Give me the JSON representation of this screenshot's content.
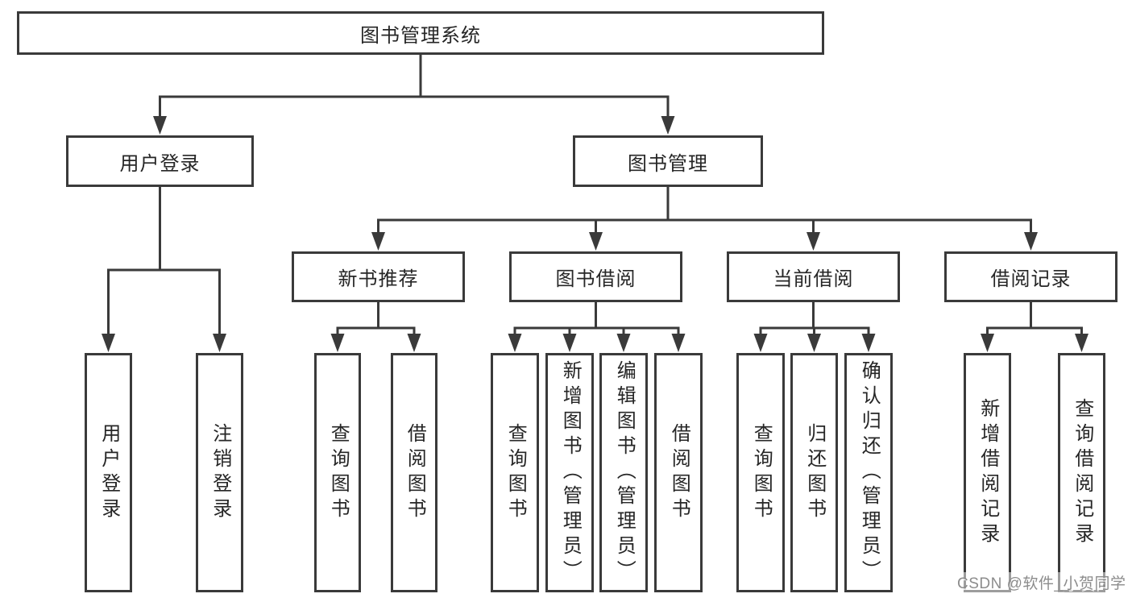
{
  "tree": {
    "label": "图书管理系统",
    "children": [
      {
        "label": "用户登录",
        "children": [
          {
            "label": "用户登录"
          },
          {
            "label": "注销登录"
          }
        ]
      },
      {
        "label": "图书管理",
        "children": [
          {
            "label": "新书推荐",
            "children": [
              {
                "label": "查询图书"
              },
              {
                "label": "借阅图书"
              }
            ]
          },
          {
            "label": "图书借阅",
            "children": [
              {
                "label": "查询图书"
              },
              {
                "label": "新增图书（管理员）"
              },
              {
                "label": "编辑图书（管理员）"
              },
              {
                "label": "借阅图书"
              }
            ]
          },
          {
            "label": "当前借阅",
            "children": [
              {
                "label": "查询图书"
              },
              {
                "label": "归还图书"
              },
              {
                "label": "确认归还（管理员）"
              }
            ]
          },
          {
            "label": "借阅记录",
            "children": [
              {
                "label": "新增借阅记录"
              },
              {
                "label": "查询借阅记录"
              }
            ]
          }
        ]
      }
    ]
  },
  "watermark": "CSDN @软件_小贺同学",
  "colors": {
    "line": "#3a3a3a",
    "text": "#262626",
    "background": "#ffffff",
    "watermark": "#8c8c8c"
  }
}
